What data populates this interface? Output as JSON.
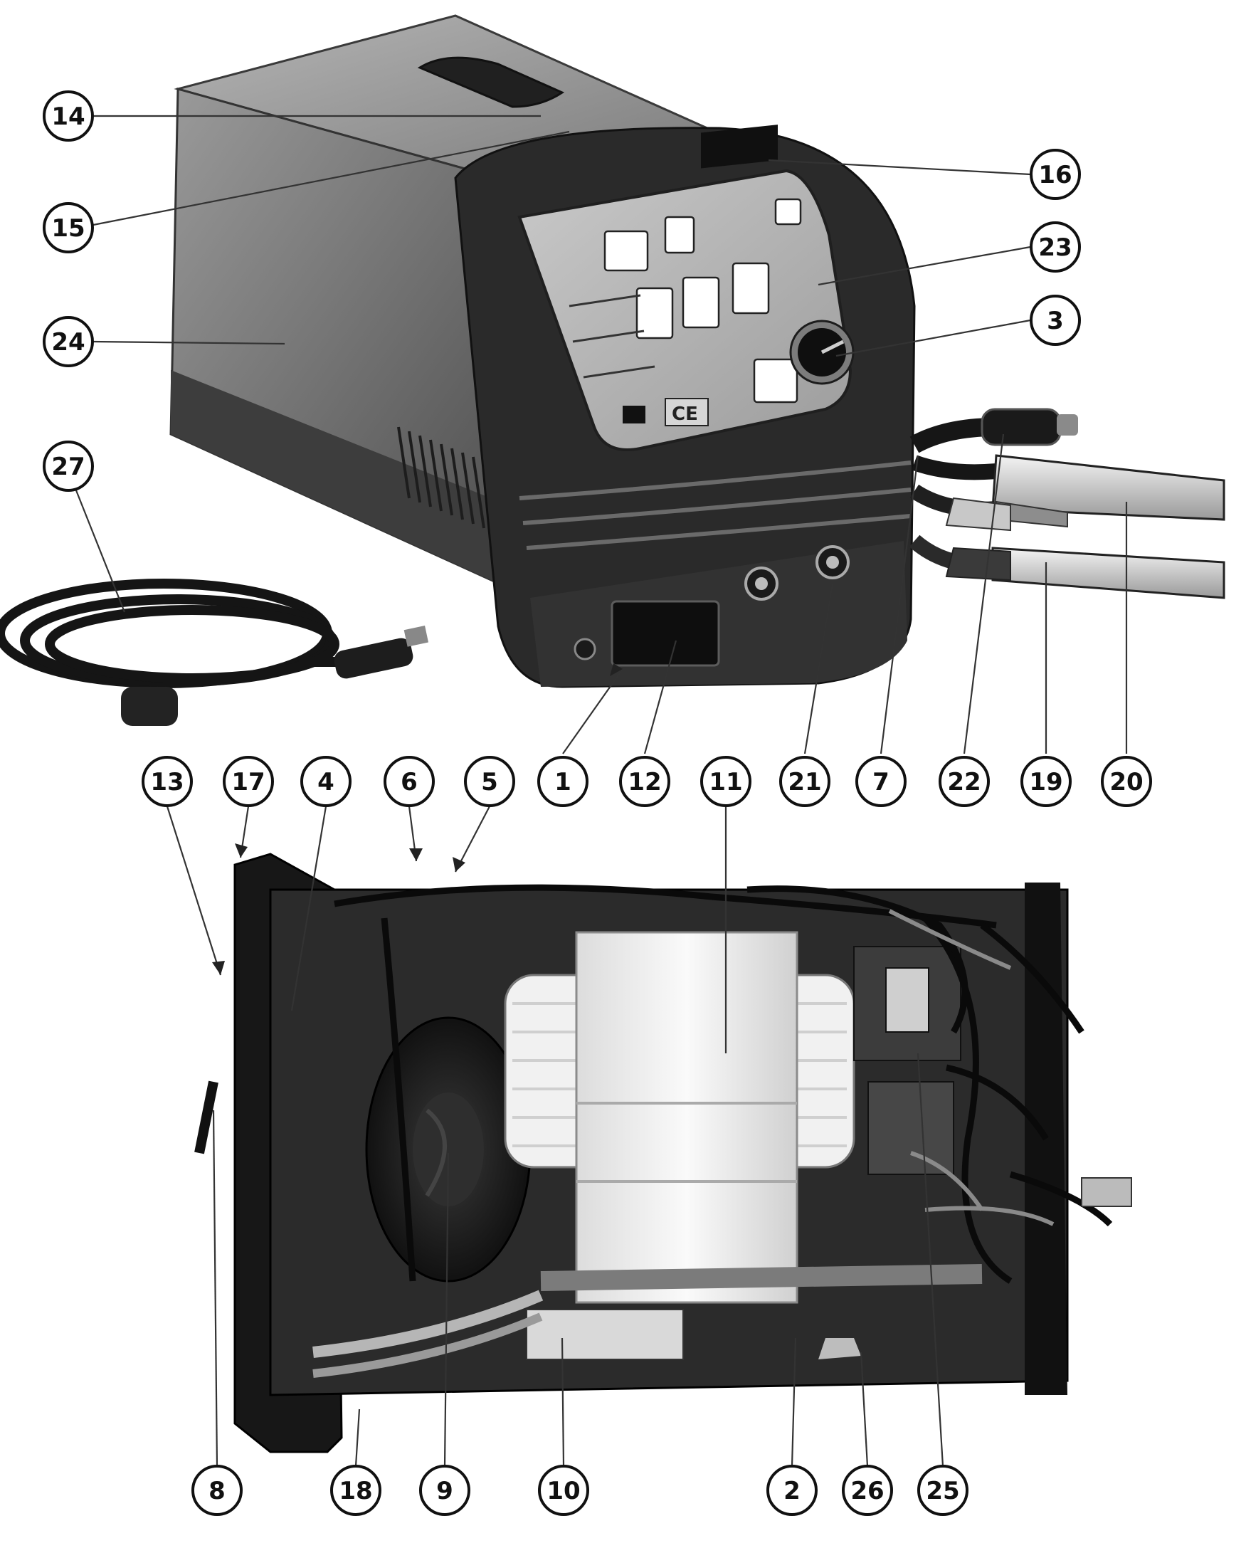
{
  "callouts": [
    "14",
    "15",
    "24",
    "27",
    "16",
    "23",
    "3",
    "13",
    "17",
    "4",
    "6",
    "5",
    "1",
    "12",
    "11",
    "21",
    "7",
    "22",
    "19",
    "20",
    "8",
    "18",
    "9",
    "10",
    "2",
    "26",
    "25"
  ],
  "panel": {
    "display_readout": "",
    "ce_mark": "CE"
  },
  "colors": {
    "housing": "#2a2a2a",
    "body": "#6e6e6e",
    "panel": "#c9c9c9",
    "callout_stroke": "#111111",
    "background": "#ffffff"
  }
}
